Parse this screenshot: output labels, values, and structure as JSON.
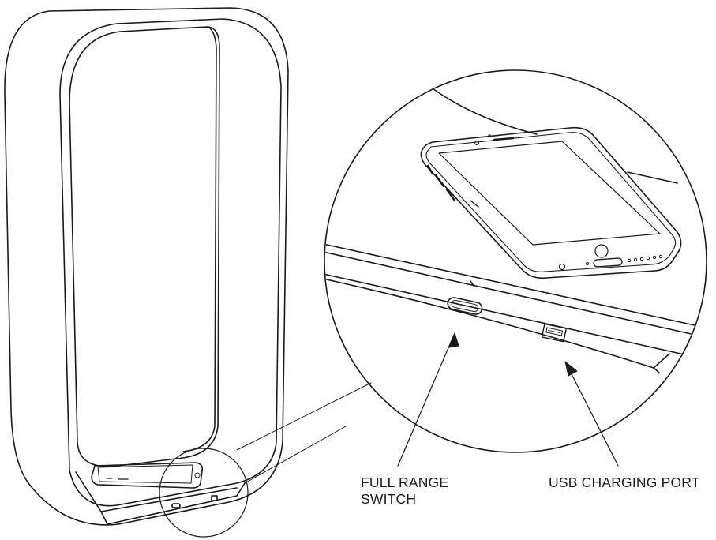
{
  "callouts": {
    "switch_line1": "FULL RANGE",
    "switch_line2": "SWITCH",
    "usb": "USB CHARGING PORT"
  },
  "colors": {
    "line": "#1a1a1a",
    "background": "#ffffff"
  }
}
